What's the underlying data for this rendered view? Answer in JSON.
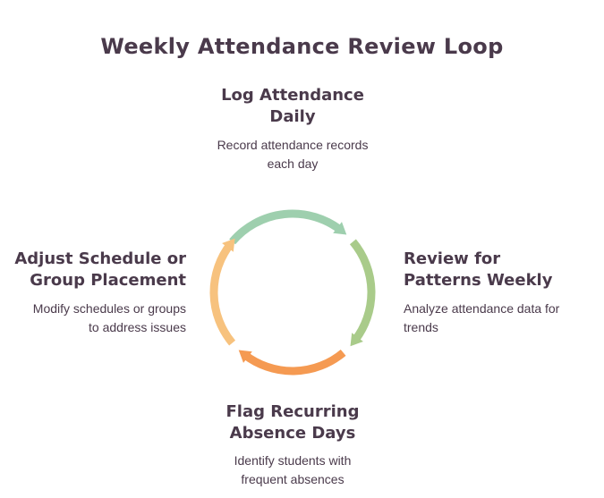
{
  "title": "Weekly Attendance Review Loop",
  "colors": {
    "text": "#4a3a4b",
    "arc_top": "#9ecfae",
    "arc_right": "#a9cb8a",
    "arc_bottom": "#f59a52",
    "arc_left": "#f7c27e"
  },
  "stages": [
    {
      "position": "top",
      "title": "Log Attendance\nDaily",
      "description": "Record attendance records\neach day"
    },
    {
      "position": "right",
      "title": "Review for\nPatterns Weekly",
      "description": "Analyze attendance data for\ntrends"
    },
    {
      "position": "bottom",
      "title": "Flag Recurring\nAbsence Days",
      "description": "Identify students with\nfrequent absences"
    },
    {
      "position": "left",
      "title": "Adjust Schedule or\nGroup Placement",
      "description": "Modify schedules or groups\nto address issues"
    }
  ]
}
